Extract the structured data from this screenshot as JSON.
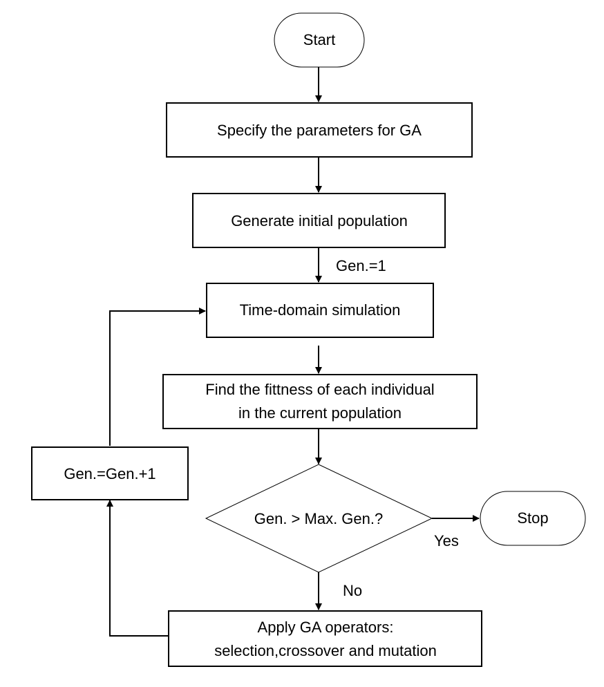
{
  "nodes": {
    "start": {
      "label": "Start",
      "shape": "terminal"
    },
    "specify_params": {
      "label": "Specify the parameters for GA",
      "shape": "process"
    },
    "generate_population": {
      "label": "Generate initial  population",
      "shape": "process"
    },
    "simulation": {
      "label": "Time-domain simulation",
      "shape": "process"
    },
    "fitness": {
      "line1": "Find the fittness of each individual",
      "line2": "in the current population",
      "shape": "process"
    },
    "increment": {
      "label": "Gen.=Gen.+1",
      "shape": "process"
    },
    "decision": {
      "label": "Gen. > Max. Gen.?",
      "shape": "decision"
    },
    "stop": {
      "label": "Stop",
      "shape": "terminal"
    },
    "operators": {
      "line1": "Apply GA operators:",
      "line2": "selection,crossover and mutation",
      "shape": "process"
    }
  },
  "edges": {
    "gen_init_label": "Gen.=1",
    "yes_label": "Yes",
    "no_label": "No"
  },
  "colors": {
    "stroke": "#000000",
    "fill": "#ffffff",
    "text": "#000000"
  }
}
